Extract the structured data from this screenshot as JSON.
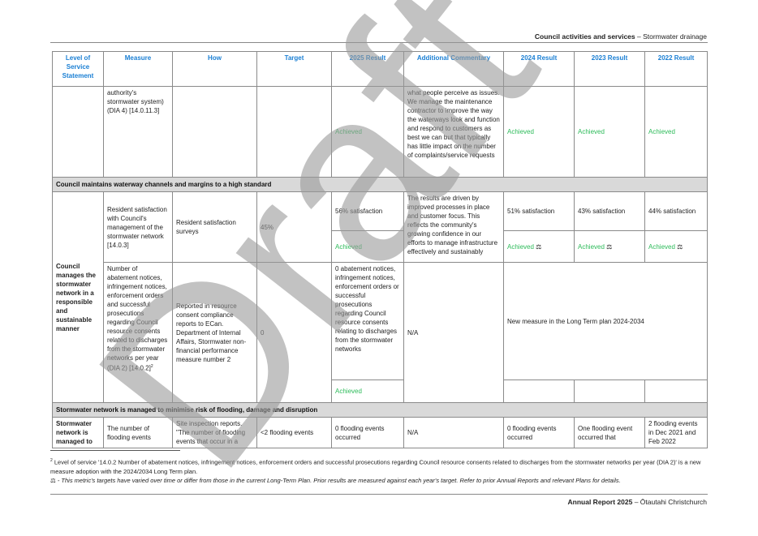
{
  "header": {
    "section": "Council activities and services",
    "separator": " – ",
    "subsection": "Stormwater drainage"
  },
  "table": {
    "columns": [
      "Level of Service Statement",
      "Measure",
      "How",
      "Target",
      "2025 Result",
      "Additional Commentary",
      "2024 Result",
      "2023 Result",
      "2022 Result"
    ],
    "row1": {
      "measure": "authority's stormwater system) (DIA 4) [14.0.11.3]",
      "r2025": "Achieved",
      "commentary": "what people perceive as issues. We manage the maintenance contractor to improve the way the waterways look and function and respond to customers as best we can but that typically has little impact on the number of complaints/service requests",
      "r2024": "Achieved",
      "r2023": "Achieved",
      "r2022": "Achieved"
    },
    "section1": "Council maintains waterway channels and margins to a high standard",
    "level2": "Council manages the stormwater network in a responsible and sustainable manner",
    "row2": {
      "measure": "Resident satisfaction with Council's management of the stormwater network [14.0.3]",
      "how": "Resident satisfaction surveys",
      "target": "45%",
      "r2025": "56% satisfaction",
      "r2025_status": "Achieved",
      "commentary": "The results are driven by improved processes in place and customer focus. This reflects the community's growing confidence in our efforts to manage infrastructure effectively and sustainably",
      "r2024": "51% satisfaction",
      "r2023": "43% satisfaction",
      "r2022": "44% satisfaction",
      "r2024_status": "Achieved",
      "r2023_status": "Achieved",
      "r2022_status": "Achieved",
      "target_varied_icon": "⚖"
    },
    "row3": {
      "measure": "Number of abatement notices, infringement notices, enforcement orders and successful prosecutions regarding Council resource consents related to discharges from the stormwater networks per year (DIA 2) [14.0.2]",
      "footnote_ref": "2",
      "how": "Reported in resource consent compliance reports to ECan. Department of Internal Affairs, Stormwater non-financial performance measure number 2",
      "target": "0",
      "r2025": "0 abatement notices, infringement notices, enforcement orders or successful prosecutions regarding Council resource consents relating to discharges from the stormwater networks",
      "r2025_status": "Achieved",
      "commentary": "N/A",
      "prior": "New measure in the Long Term plan 2024-2034"
    },
    "section2": "Stormwater network is managed to minimise risk of flooding, damage and disruption",
    "row4": {
      "level": "Stormwater network is managed to",
      "measure": "The number of flooding events",
      "how": "Site inspection reports. \"The number of flooding events that occur in a",
      "target": "<2 flooding events",
      "r2025": "0 flooding events occurred",
      "commentary": "N/A",
      "r2024": "0 flooding events occurred",
      "r2023": "One flooding event occurred that",
      "r2022": "2 flooding events in Dec 2021 and Feb 2022"
    }
  },
  "footnotes": {
    "n2_mark": "2",
    "n2": " Level of service '14.0.2 Number of abatement notices, infringement notices, enforcement orders and successful prosecutions regarding Council resource consents related to discharges from the stormwater networks per year (DIA 2)' is a new measure adoption with the 2024/2034 Long Term plan.",
    "icon_note": " - This metric's targets have varied over time or differ from those in the current Long-Term Plan. Prior results are measured against each year's target. Refer to prior Annual Reports and relevant Plans for details."
  },
  "footer": {
    "title": "Annual Report 2025",
    "separator": " – ",
    "place": "Ōtautahi Christchurch"
  },
  "watermark": "Draft",
  "colors": {
    "header_blue": "#1a7fd4",
    "achieved_green": "#2dbb5a",
    "section_grey": "#d9d9d9"
  }
}
